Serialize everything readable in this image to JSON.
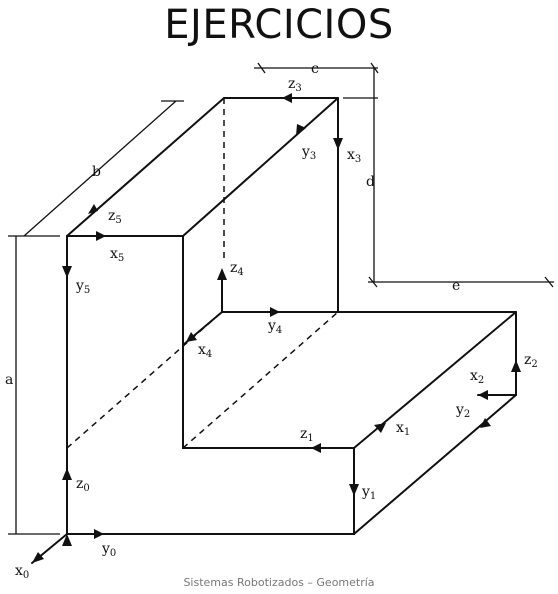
{
  "title": "EJERCICIOS",
  "footer": "Sistemas Robotizados – Geometría",
  "dimensions": {
    "a": "a",
    "b": "b",
    "c": "c",
    "d": "d",
    "e": "e"
  },
  "frames": {
    "f0": {
      "x": "x",
      "xs": "0",
      "y": "y",
      "ys": "0",
      "z": "z",
      "zs": "0"
    },
    "f1": {
      "x": "x",
      "xs": "1",
      "y": "y",
      "ys": "1",
      "z": "z",
      "zs": "1"
    },
    "f2": {
      "x": "x",
      "xs": "2",
      "y": "y",
      "ys": "2",
      "z": "z",
      "zs": "2"
    },
    "f3": {
      "x": "x",
      "xs": "3",
      "y": "y",
      "ys": "3",
      "z": "z",
      "zs": "3"
    },
    "f4": {
      "x": "x",
      "xs": "4",
      "y": "y",
      "ys": "4",
      "z": "z",
      "zs": "4"
    },
    "f5": {
      "x": "x",
      "xs": "5",
      "y": "y",
      "ys": "5",
      "z": "z",
      "zs": "5"
    }
  }
}
